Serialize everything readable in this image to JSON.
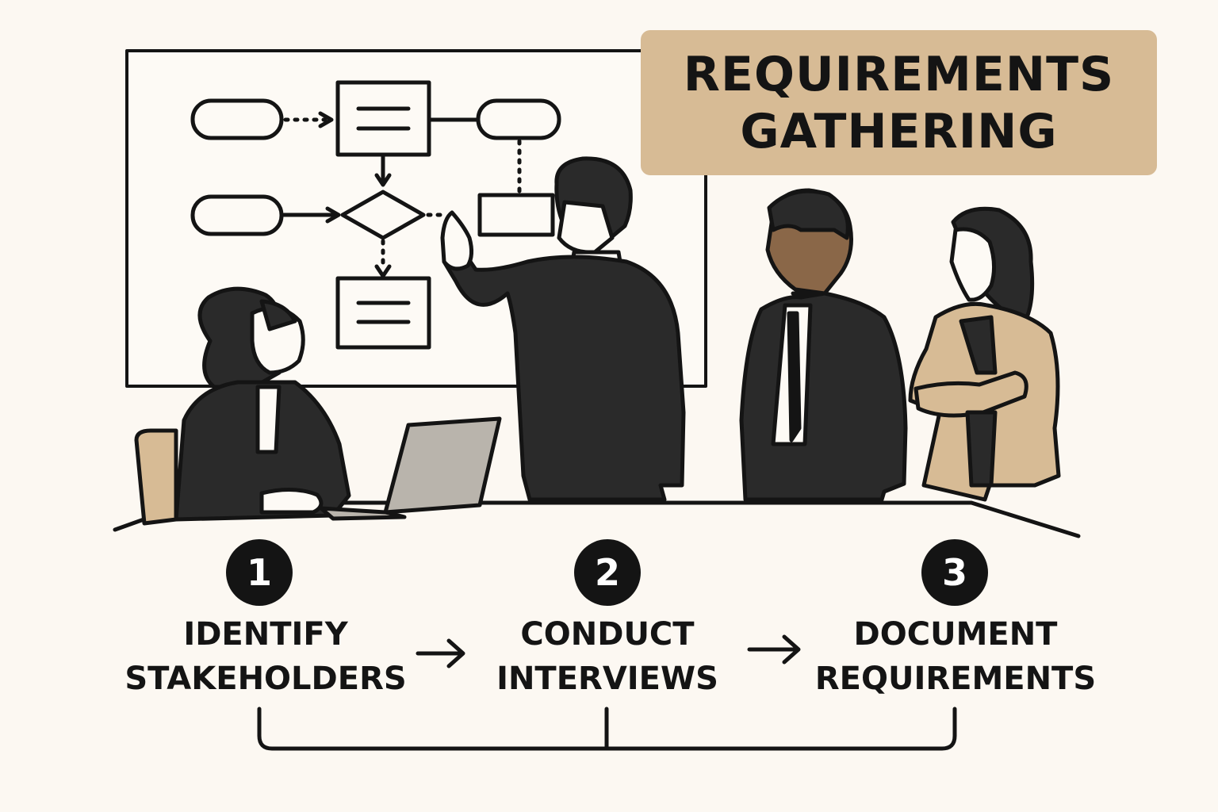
{
  "title": {
    "line1": "REQUIREMENTS",
    "line2": "GATHERING"
  },
  "steps": [
    {
      "number": "1",
      "line1": "IDENTIFY",
      "line2": "STAKEHOLDERS"
    },
    {
      "number": "2",
      "line1": "CONDUCT",
      "line2": "INTERVIEWS"
    },
    {
      "number": "3",
      "line1": "DOCUMENT",
      "line2": "REQUIREMENTS"
    }
  ],
  "colors": {
    "background": "#fcf8f2",
    "accent_tan": "#d7bb95",
    "ink": "#141414",
    "laptop_gray": "#b9b4ac",
    "skin_dark": "#8a6748"
  },
  "icons": [
    "flowchart-whiteboard",
    "arrow-right-icon",
    "bracket-connector"
  ]
}
